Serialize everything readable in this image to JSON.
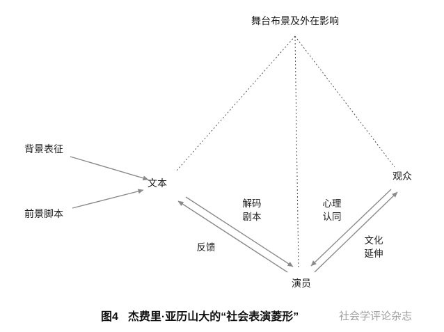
{
  "diagram": {
    "nodes": {
      "stage": "舞台布景及外在影响",
      "text": "文本",
      "audience": "观众",
      "actor": "演员",
      "background": "背景表征",
      "foreground": "前景脚本"
    },
    "edge_labels": {
      "decode_line1": "解码",
      "decode_line2": "剧本",
      "psych_line1": "心理",
      "psych_line2": "认同",
      "feedback": "反馈",
      "culture_line1": "文化",
      "culture_line2": "延伸"
    },
    "caption": {
      "figure_label": "图4",
      "title": "杰费里·亚历山大的“社会表演菱形”",
      "watermark": "社会学评论杂志"
    },
    "colors": {
      "solid_line": "#8a8a8a",
      "dotted_line": "#4d4d4d",
      "text": "#1a1a1a",
      "watermark": "#a0a0a0"
    }
  }
}
